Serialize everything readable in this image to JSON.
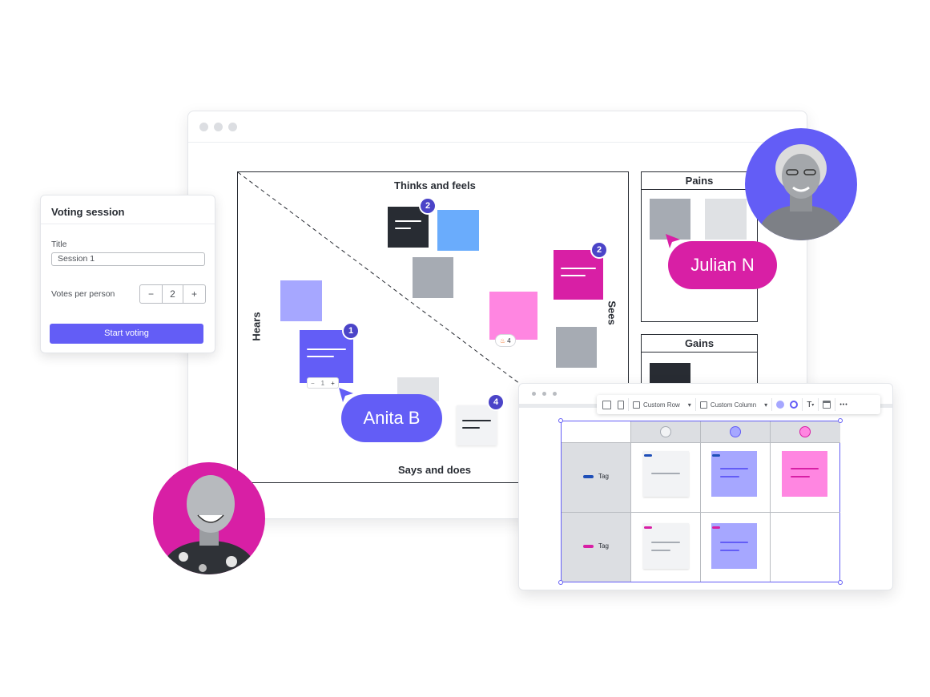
{
  "colors": {
    "accent": "#635df6",
    "magenta": "#d81fa5",
    "badge": "#4b44c8",
    "dark_note": "#282c33",
    "blue_note": "#6aacfc",
    "grey_note": "#a6abb3",
    "lavender_note": "#a6a7ff",
    "pink_note": "#ff86e1"
  },
  "empathy_map": {
    "thinks_label": "Thinks and feels",
    "says_label": "Says and does",
    "hears_label": "Hears",
    "sees_label": "Sees",
    "badge_dark": "2",
    "badge_magenta": "2",
    "badge_purple": "1",
    "badge_white": "4",
    "reaction_icon": "fire-icon",
    "reaction_count": "4",
    "vote_stepper": {
      "minus": "−",
      "value": "1",
      "plus": "+"
    }
  },
  "pains": {
    "title": "Pains"
  },
  "gains": {
    "title": "Gains"
  },
  "cursors": {
    "julian": "Julian N",
    "anita": "Anita B"
  },
  "voting_session": {
    "title": "Voting session",
    "title_label": "Title",
    "title_value": "Session 1",
    "votes_label": "Votes per person",
    "stepper_minus": "−",
    "stepper_value": "2",
    "stepper_plus": "+",
    "start_button": "Start voting"
  },
  "table_panel": {
    "toolbar": {
      "row_label": "Custom Row",
      "column_label": "Custom Column",
      "text_tool": "T",
      "more": "•••"
    },
    "rows": [
      {
        "tag": "Tag",
        "color": "#1f4fb8"
      },
      {
        "tag": "Tag",
        "color": "#d81fa5"
      }
    ]
  }
}
